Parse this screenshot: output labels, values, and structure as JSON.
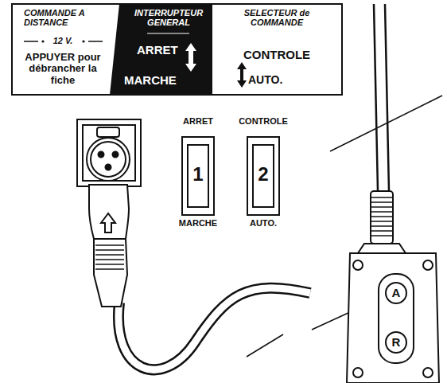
{
  "diagram": {
    "nodes": [
      {
        "text": [
          "COMMANDE A DISTANCE",
          "12 V.",
          "APPUYER pour débrancher la fiche"
        ]
      },
      {
        "text": [
          "INTERRUPTEUR GENERAL",
          "ARRET",
          "MARCHE"
        ]
      },
      {
        "text": [
          "SELECTEUR de COMMANDE",
          "CONTROLE",
          "AUTO."
        ]
      },
      {
        "text": [
          "ARRET",
          "1",
          "MARCHE"
        ]
      },
      {
        "text": [
          "CONTROLE",
          "2",
          "AUTO."
        ]
      },
      {
        "text": [
          "A"
        ]
      },
      {
        "text": [
          "R"
        ]
      }
    ]
  }
}
